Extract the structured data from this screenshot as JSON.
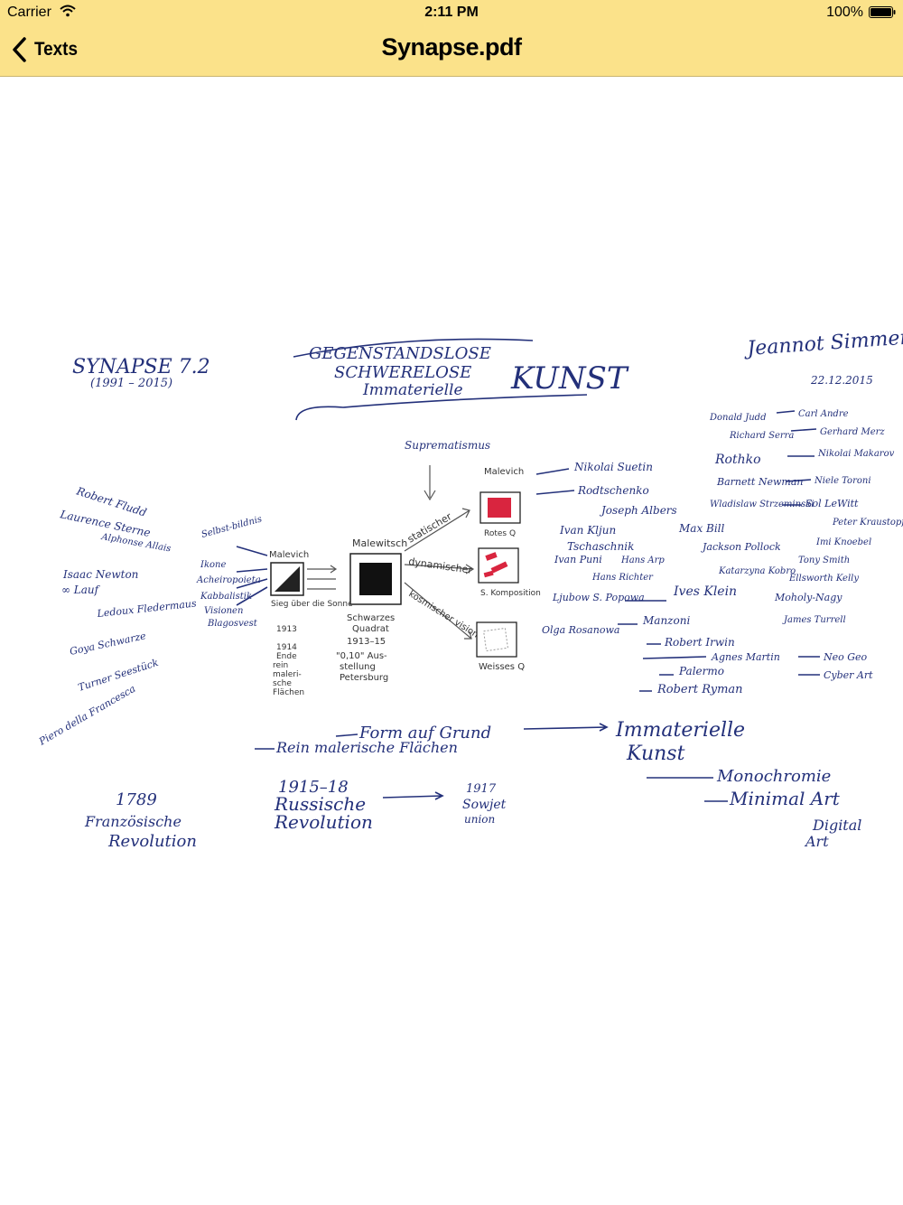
{
  "status_bar": {
    "carrier": "Carrier",
    "time": "2:11 PM",
    "battery": "100%"
  },
  "nav": {
    "back_label": "Texts",
    "title": "Synapse.pdf"
  },
  "sketch": {
    "header": {
      "synapse": "SYNAPSE 7.2",
      "years": "(1991 – 2015)",
      "title_line1": "GEGENSTANDSLOSE",
      "title_line2": "SCHWERELOSE",
      "title_line3": "Immaterielle",
      "kunst": "KUNST",
      "author": "Jeannot Simmen",
      "date": "22.12.2015"
    },
    "left_names": [
      "Robert Fludd",
      "Laurence Sterne",
      "Alphonse Allais",
      "Isaac Newton",
      "∞ Lauf",
      "Ledoux Fledermaus",
      "Goya Schwarze",
      "Turner Seestück",
      "Piero della Francesca"
    ],
    "column_two": [
      "Selbst-bildnis",
      "Ikone",
      "Acheiropoieta",
      "Kabbalistik",
      "Visionen",
      "Blagosvest"
    ],
    "suprematismus": "Suprematismus",
    "malevich_small": {
      "label": "Malevich",
      "caption": [
        "Sieg über die Sonne",
        "1913",
        "1914",
        "Ende",
        "rein",
        "maleri-",
        "sche",
        "Flächen"
      ]
    },
    "malewitsch_main": {
      "label": "Malewitsch",
      "caption": [
        "Schwarzes",
        "Quadrat",
        "1913–15",
        "\"0,10\" Aus-",
        "stellung",
        "Petersburg"
      ]
    },
    "branches": [
      "statischer",
      "dynamischer",
      "kosmischer visionärer"
    ],
    "right_squares": [
      {
        "top": "Malevich",
        "label": "Rotes Q"
      },
      {
        "label": "S. Komposition"
      },
      {
        "label": "Weisses Q"
      }
    ],
    "names_mid": [
      "Nikolai Suetin",
      "Rodtschenko",
      "Joseph Albers",
      "Ivan Kljun",
      "Tschaschnik",
      "Ivan Puni",
      "Hans Arp",
      "Hans Richter",
      "Ljubow S. Popowa",
      "Olga Rosanowa",
      "Max Bill",
      "Jackson Pollock",
      "Katarzyna Kobro",
      "Ives Klein",
      "Manzoni",
      "Robert Irwin",
      "Agnes Martin",
      "Palermo",
      "Robert Ryman"
    ],
    "names_right": [
      "Donald Judd",
      "Richard Serra",
      "Rothko",
      "Barnett Newman",
      "Wladislaw Strzeminski",
      "Carl Andre",
      "Gerhard Merz",
      "Nikolai Makarov",
      "Niele Toroni",
      "Sol LeWitt",
      "Peter Kraustopf",
      "Imi Knoebel",
      "Tony Smith",
      "Ellsworth Kelly",
      "Moholy-Nagy",
      "James Turrell",
      "Neo Geo",
      "Cyber Art"
    ],
    "bottom": {
      "form": "Form auf Grund",
      "rein": "Rein malerische Flächen",
      "immaterielle": "Immaterielle",
      "kunst": "Kunst",
      "monochromie": "Monochromie",
      "minimal": "Minimal Art",
      "digital1": "Digital",
      "digital2": "Art",
      "y1789": "1789",
      "franz1": "Französische",
      "franz2": "Revolution",
      "y1915": "1915–18",
      "russ1": "Russische",
      "russ2": "Revolution",
      "y1917": "1917",
      "sowjet1": "Sowjet",
      "sowjet2": "union"
    }
  },
  "colors": {
    "bar_background": "#fbe28a",
    "ink_blue": "#23307a",
    "red_square": "#d9253f",
    "black_square": "#111111"
  },
  "icons": [
    "chevron-left-icon",
    "wifi-icon",
    "battery-icon"
  ]
}
